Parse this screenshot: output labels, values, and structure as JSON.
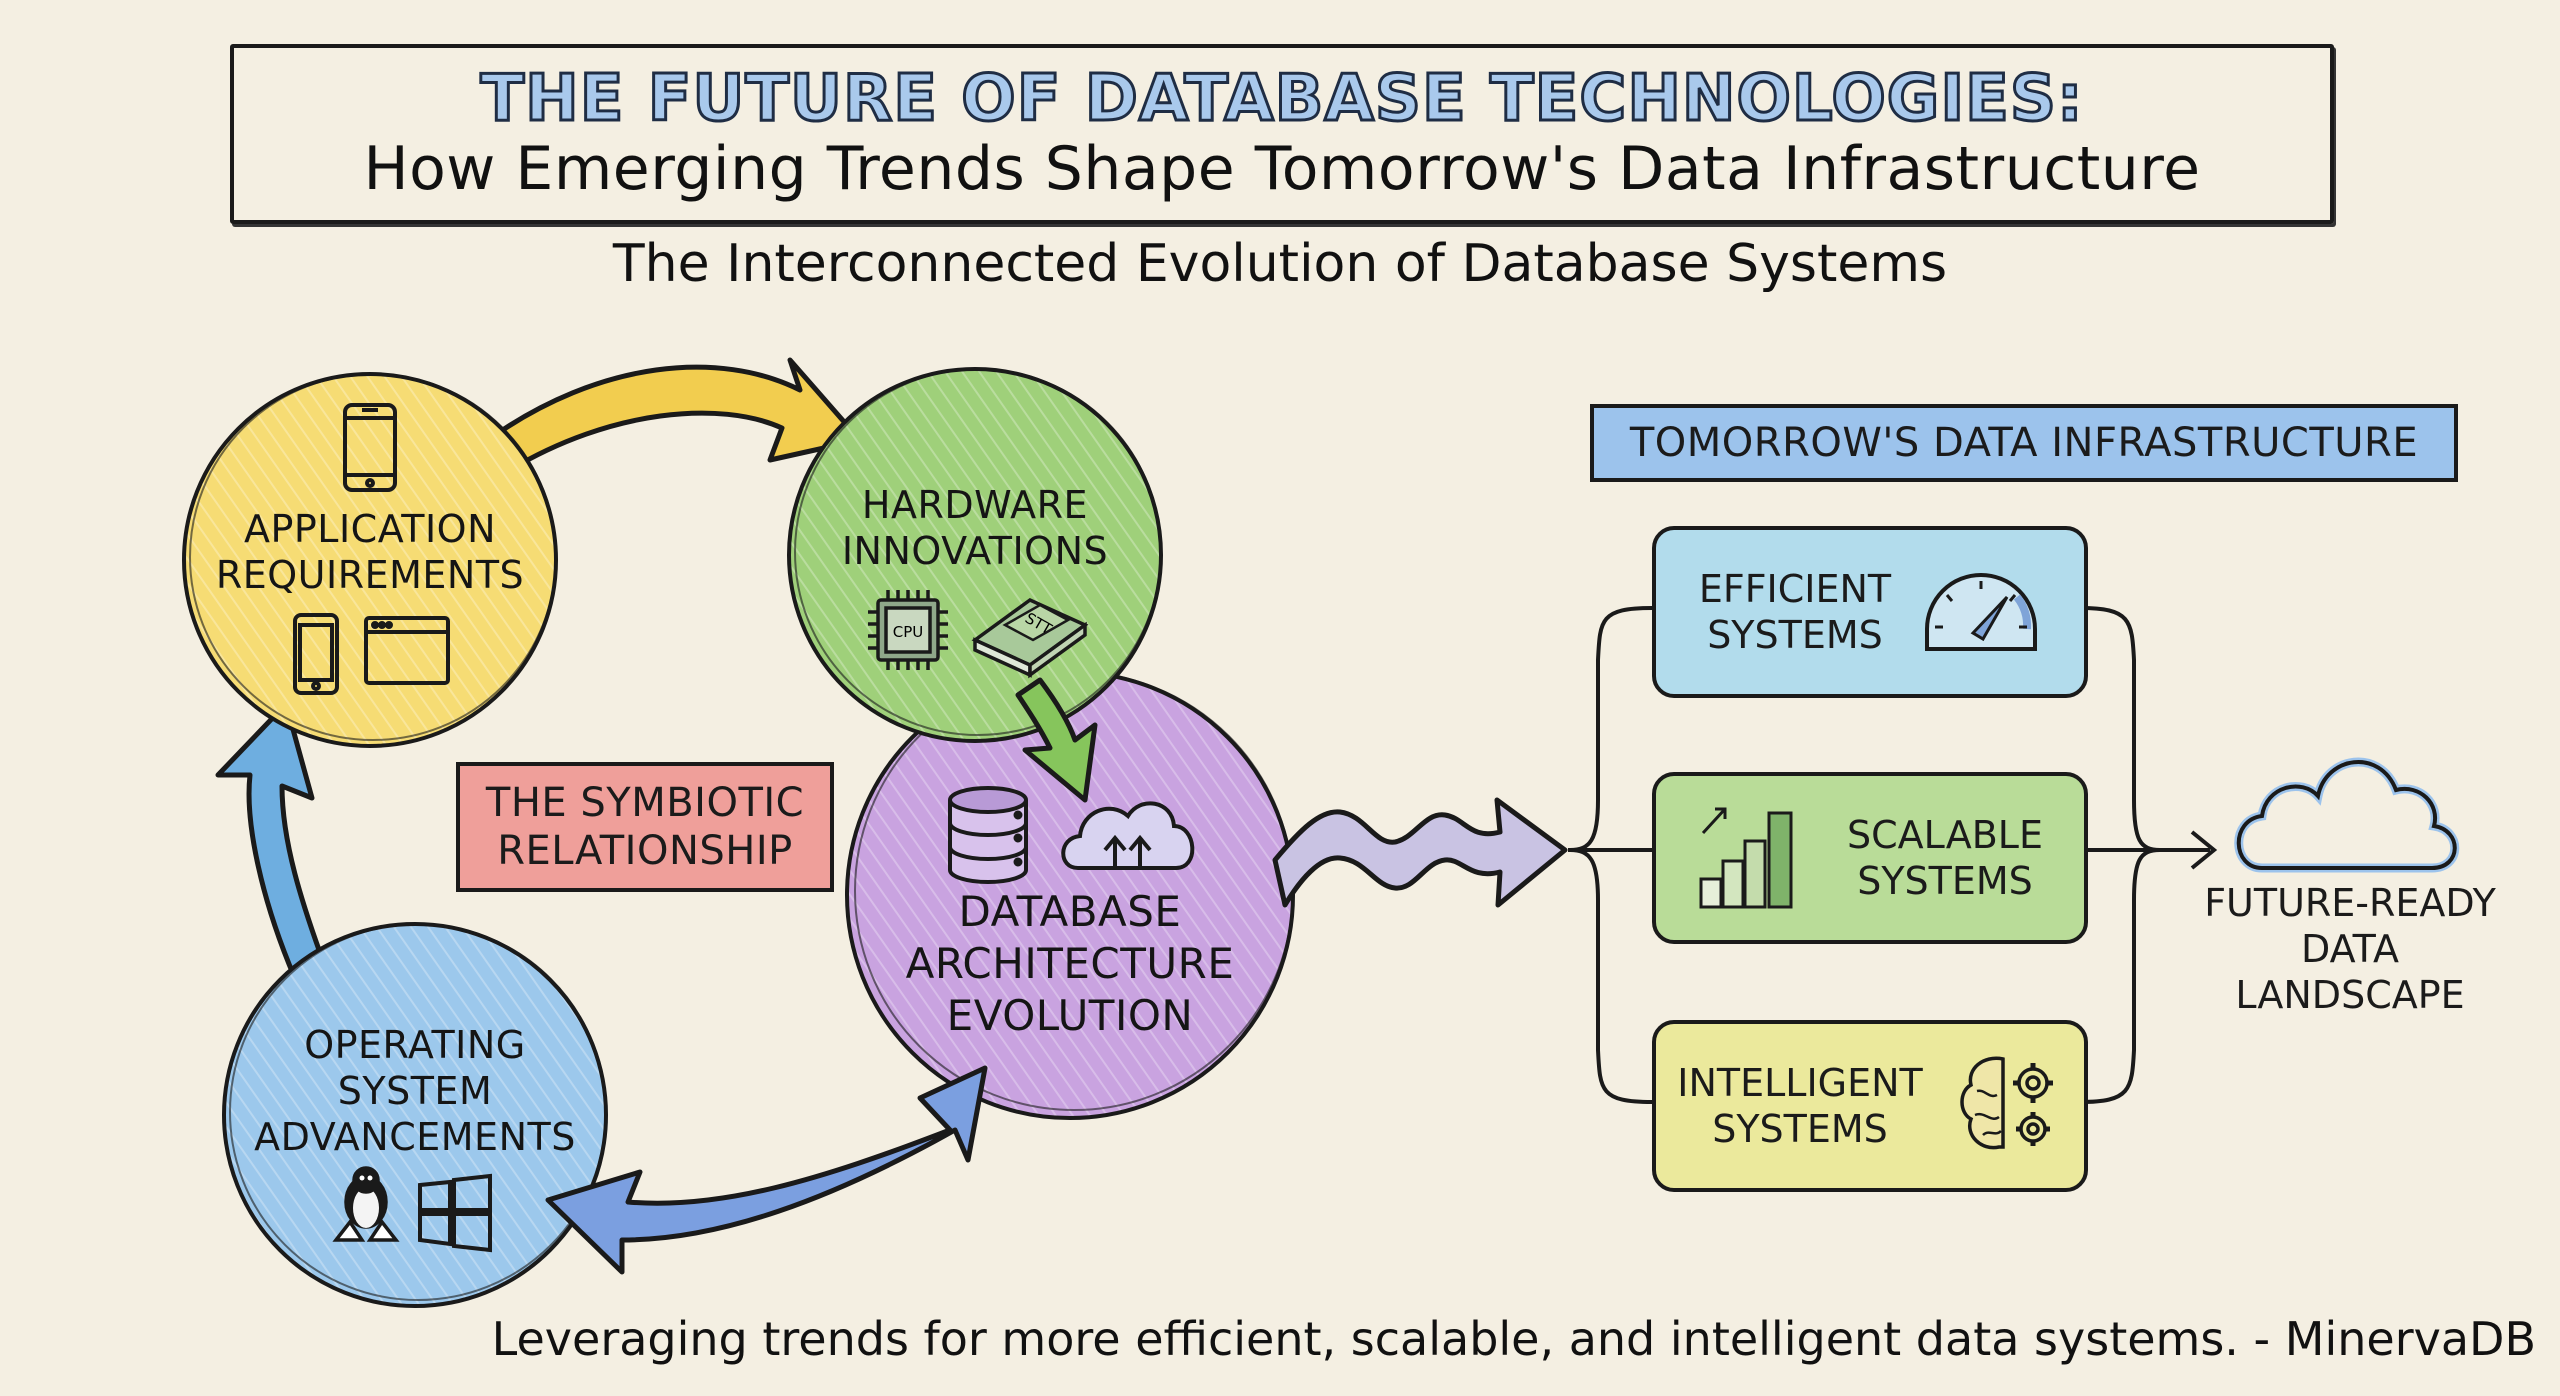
{
  "header": {
    "title": "THE FUTURE OF DATABASE TECHNOLOGIES:",
    "subtitle": "How Emerging Trends Shape Tomorrow's Data Infrastructure"
  },
  "section_heading": "The Interconnected Evolution of Database Systems",
  "cycle": {
    "nodes": [
      {
        "id": "application",
        "label_lines": [
          "APPLICATION",
          "REQUIREMENTS"
        ],
        "color": "#f6dc74",
        "icons": [
          "tablet-icon",
          "smartphone-icon",
          "browser-window-icon"
        ]
      },
      {
        "id": "hardware",
        "label_lines": [
          "HARDWARE",
          "INNOVATIONS"
        ],
        "color": "#9fd07a",
        "icons": [
          "cpu-chip-icon",
          "ssd-drive-icon"
        ],
        "icon_texts": {
          "cpu": "CPU",
          "ssd": "STT"
        }
      },
      {
        "id": "database",
        "label_lines": [
          "DATABASE",
          "ARCHITECTURE",
          "EVOLUTION"
        ],
        "color": "#c9a3e0",
        "icons": [
          "database-cylinder-icon",
          "cloud-upload-icon"
        ]
      },
      {
        "id": "os",
        "label_lines": [
          "OPERATING",
          "SYSTEM",
          "ADVANCEMENTS"
        ],
        "color": "#9cc8ec",
        "icons": [
          "linux-penguin-icon",
          "windows-logo-icon"
        ]
      }
    ],
    "center_label_lines": [
      "THE SYMBIOTIC",
      "RELATIONSHIP"
    ],
    "center_label_color": "#ef9f9a",
    "arrows": [
      {
        "from": "application",
        "to": "hardware",
        "color": "#f2cd4f"
      },
      {
        "from": "hardware",
        "to": "database",
        "color": "#86c55c"
      },
      {
        "from": "os",
        "to": "database",
        "color": "#7b9fe0",
        "bidirectional": true
      },
      {
        "from": "os",
        "to": "application",
        "color": "#6eaee0"
      },
      {
        "from": "database",
        "to": "infrastructure",
        "color": "#c9c3e3",
        "style": "wavy"
      }
    ]
  },
  "infrastructure": {
    "header": "TOMORROW'S DATA INFRASTRUCTURE",
    "systems": [
      {
        "label_lines": [
          "EFFICIENT",
          "SYSTEMS"
        ],
        "icon": "speedometer-gauge-icon",
        "color": "#b2dcec"
      },
      {
        "label_lines": [
          "SCALABLE",
          "SYSTEMS"
        ],
        "icon": "growth-bar-chart-icon",
        "color": "#b9dc98"
      },
      {
        "label_lines": [
          "INTELLIGENT",
          "SYSTEMS"
        ],
        "icon": "brain-gears-icon",
        "color": "#ebe99c"
      }
    ],
    "destination": {
      "label_lines": [
        "FUTURE-READY",
        "DATA",
        "LANDSCAPE"
      ],
      "icon": "cloud-icon"
    }
  },
  "footer": "Leveraging trends for more efficient, scalable, and intelligent data systems. - MinervaDB",
  "colors": {
    "background": "#f4efe2",
    "ink": "#1a1a1a",
    "title_fill": "#a9c9ec"
  }
}
